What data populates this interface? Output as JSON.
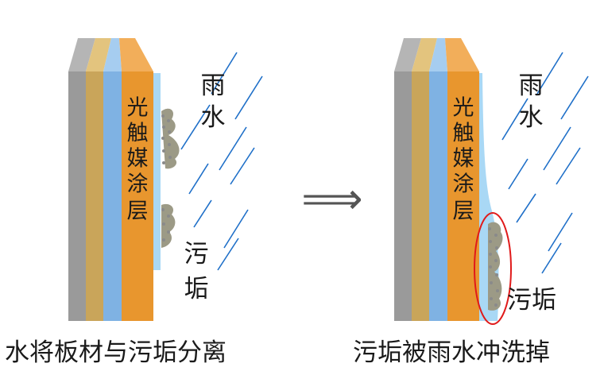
{
  "left_panel": {
    "coating_label": "光触媒涂层",
    "rain_label": [
      "雨",
      "水"
    ],
    "dirt_label": [
      "污",
      "垢"
    ],
    "caption": "水将板材与污垢分离"
  },
  "arrow": {
    "symbol": "⟹"
  },
  "right_panel": {
    "coating_label": "光触媒涂层",
    "rain_label": [
      "雨",
      "水"
    ],
    "dirt_label": "污垢",
    "caption": "污垢被雨水冲洗掉"
  },
  "colors": {
    "layer_gray": "#9a9a9a",
    "layer_tan": "#c9a55a",
    "layer_blue": "#7fb2e3",
    "layer_orange": "#e8962e",
    "water_film": "#a9d8f5",
    "rain": "#1e6fc8",
    "dirt": "#9c9a86",
    "highlight_circle": "#e01a1a"
  }
}
